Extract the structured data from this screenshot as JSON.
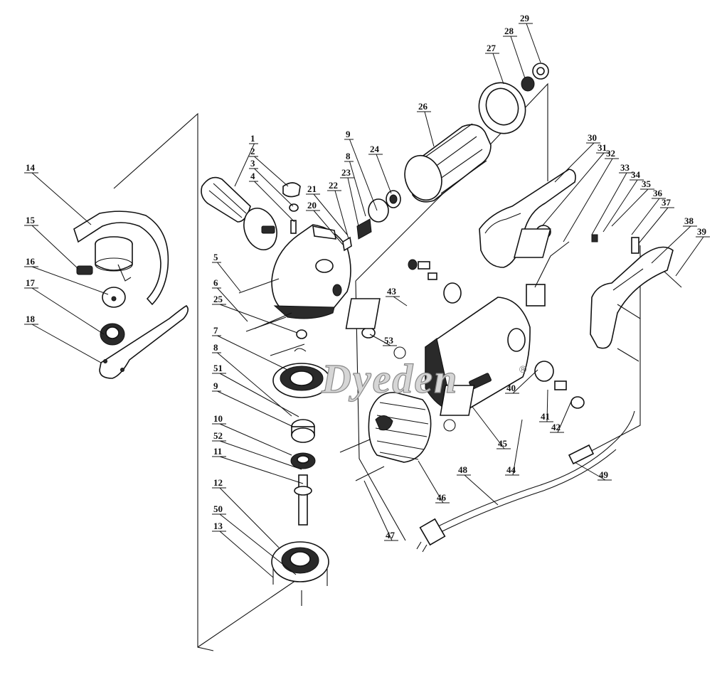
{
  "watermark": {
    "text": "Dyeden",
    "mark": "®"
  },
  "callouts": [
    {
      "id": "1",
      "text": "1"
    },
    {
      "id": "2",
      "text": "2"
    },
    {
      "id": "3",
      "text": "3"
    },
    {
      "id": "4",
      "text": "4"
    },
    {
      "id": "5",
      "text": "5"
    },
    {
      "id": "6",
      "text": "6"
    },
    {
      "id": "7",
      "text": "7"
    },
    {
      "id": "8a",
      "text": "8"
    },
    {
      "id": "8b",
      "text": "8"
    },
    {
      "id": "9a",
      "text": "9"
    },
    {
      "id": "9b",
      "text": "9"
    },
    {
      "id": "10",
      "text": "10"
    },
    {
      "id": "11",
      "text": "11"
    },
    {
      "id": "12",
      "text": "12"
    },
    {
      "id": "13",
      "text": "13"
    },
    {
      "id": "14",
      "text": "14"
    },
    {
      "id": "15",
      "text": "15"
    },
    {
      "id": "16",
      "text": "16"
    },
    {
      "id": "17",
      "text": "17"
    },
    {
      "id": "18",
      "text": "18"
    },
    {
      "id": "20",
      "text": "20"
    },
    {
      "id": "21",
      "text": "21"
    },
    {
      "id": "22",
      "text": "22"
    },
    {
      "id": "23",
      "text": "23"
    },
    {
      "id": "24",
      "text": "24"
    },
    {
      "id": "25",
      "text": "25"
    },
    {
      "id": "26",
      "text": "26"
    },
    {
      "id": "27",
      "text": "27"
    },
    {
      "id": "28",
      "text": "28"
    },
    {
      "id": "29",
      "text": "29"
    },
    {
      "id": "30",
      "text": "30"
    },
    {
      "id": "31",
      "text": "31"
    },
    {
      "id": "32",
      "text": "32"
    },
    {
      "id": "33",
      "text": "33"
    },
    {
      "id": "34",
      "text": "34"
    },
    {
      "id": "35",
      "text": "35"
    },
    {
      "id": "36",
      "text": "36"
    },
    {
      "id": "37",
      "text": "37"
    },
    {
      "id": "38",
      "text": "38"
    },
    {
      "id": "39",
      "text": "39"
    },
    {
      "id": "40",
      "text": "40"
    },
    {
      "id": "41",
      "text": "41"
    },
    {
      "id": "42",
      "text": "42"
    },
    {
      "id": "43",
      "text": "43"
    },
    {
      "id": "44",
      "text": "44"
    },
    {
      "id": "45",
      "text": "45"
    },
    {
      "id": "46",
      "text": "46"
    },
    {
      "id": "47",
      "text": "47"
    },
    {
      "id": "48",
      "text": "48"
    },
    {
      "id": "49",
      "text": "49"
    },
    {
      "id": "50",
      "text": "50"
    },
    {
      "id": "51",
      "text": "51"
    },
    {
      "id": "52",
      "text": "52"
    },
    {
      "id": "53",
      "text": "53"
    }
  ]
}
